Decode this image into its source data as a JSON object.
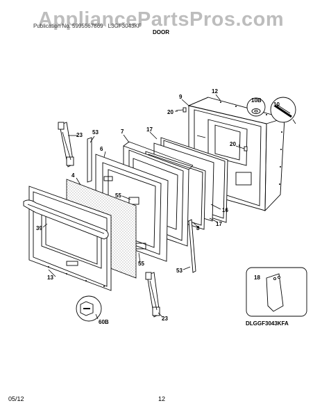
{
  "watermark": "AppliancePartsPros.com",
  "header": {
    "left_text": "Publication No. 5995567869 · L3GF3043KF",
    "title": "DOOR"
  },
  "footer": {
    "date": "05/12",
    "page": "12"
  },
  "diagram_code": "DLGGF3043KFA",
  "callouts": [
    "9",
    "12",
    "10B",
    "10",
    "20",
    "20",
    "23",
    "53",
    "7",
    "17",
    "6",
    "4",
    "55",
    "16",
    "17",
    "8",
    "39",
    "55",
    "53",
    "13",
    "60B",
    "23",
    "18"
  ]
}
